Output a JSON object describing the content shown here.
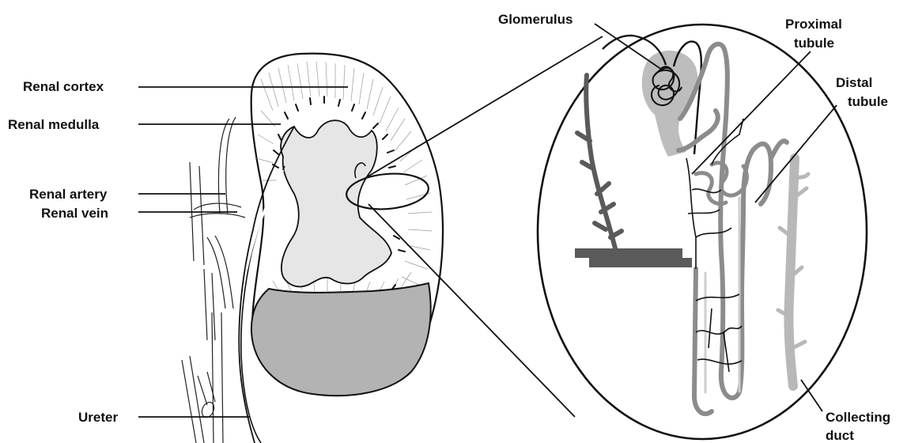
{
  "labels": {
    "renal_cortex": "Renal cortex",
    "renal_medulla": "Renal medulla",
    "renal_artery": "Renal artery",
    "renal_vein": "Renal vein",
    "ureter": "Ureter",
    "glomerulus": "Glomerulus",
    "proximal_tubule_line1": "Proximal",
    "proximal_tubule_line2": "tubule",
    "distal_tubule_line1": "Distal",
    "distal_tubule_line2": "tubule",
    "collecting_duct_line1": "Collecting",
    "collecting_duct_line2": "duct"
  },
  "colors": {
    "outline": "#111111",
    "pelvis_fill": "#e6e6e6",
    "bladder_fill": "#b3b3b3",
    "vessel_dark": "#5a5a5a",
    "tubule_gray": "#8c8c8c",
    "glomerulus_halo": "#bdbdbd",
    "collecting_duct": "#b8b8b8"
  }
}
